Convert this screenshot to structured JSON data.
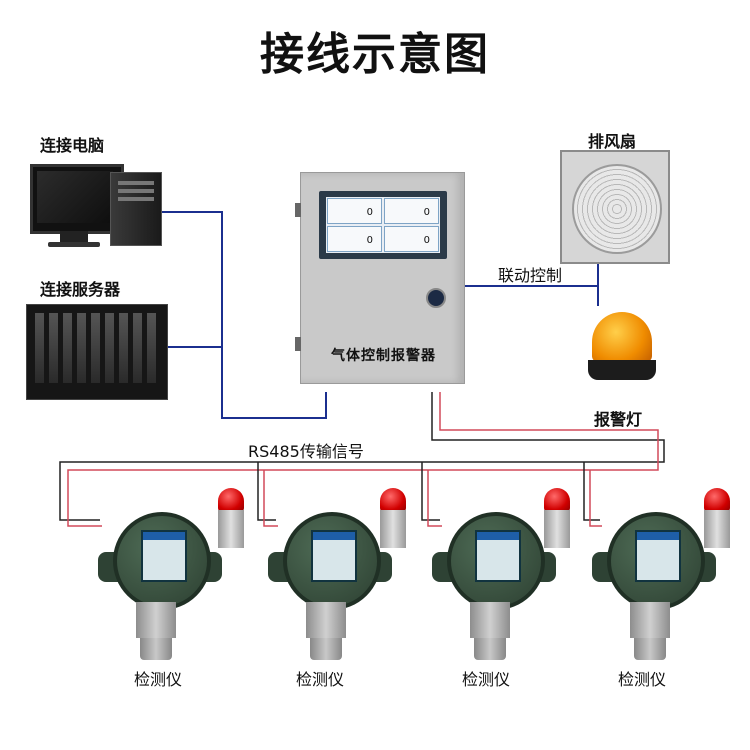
{
  "title": "接线示意图",
  "labels": {
    "computer": "连接电脑",
    "server": "连接服务器",
    "fan": "排风扇",
    "linkage": "联动控制",
    "beacon": "报警灯",
    "bus": "RS485传输信号",
    "cabinet": "气体控制报警器"
  },
  "screen_cells": [
    {
      "value": "0"
    },
    {
      "value": "0"
    },
    {
      "value": "0"
    },
    {
      "value": "0"
    }
  ],
  "detectors": [
    {
      "label": "检测仪"
    },
    {
      "label": "检测仪"
    },
    {
      "label": "检测仪"
    },
    {
      "label": "检测仪"
    }
  ],
  "colors": {
    "wire_blue": "#1b2f8f",
    "wire_red": "#d24a5a",
    "wire_black": "#222222"
  }
}
